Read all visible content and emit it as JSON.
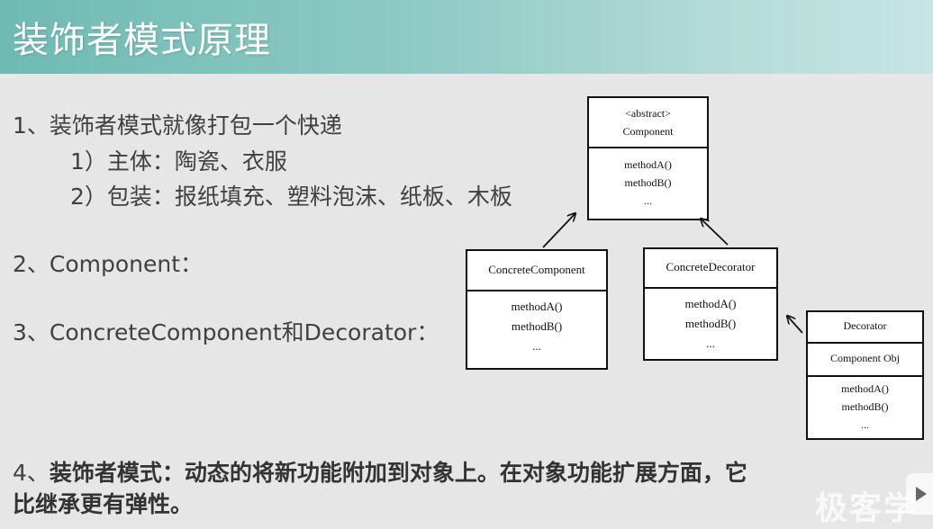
{
  "title": "装饰者模式原理",
  "bullets": {
    "b1": "1、装饰者模式就像打包一个快递",
    "b1_sub1": "1）主体：陶瓷、衣服",
    "b1_sub2": "2）包装：报纸填充、塑料泡沫、纸板、木板",
    "b2": "2、Component：",
    "b3": "3、ConcreteComponent和Decorator：",
    "b4_prefix": "4、",
    "b4_line1": "装饰者模式：动态的将新功能附加到对象上。在对象功能扩展方面，它",
    "b4_line2": "比继承更有弹性。"
  },
  "diagram": {
    "component": {
      "stereotype": "<abstract>",
      "name": "Component",
      "methods": [
        "methodA()",
        "methodB()",
        "..."
      ]
    },
    "concrete_component": {
      "name": "ConcreteComponent",
      "methods": [
        "methodA()",
        "methodB()",
        "..."
      ]
    },
    "concrete_decorator": {
      "name": "ConcreteDecorator",
      "methods": [
        "methodA()",
        "methodB()",
        "..."
      ]
    },
    "decorator": {
      "name": "Decorator",
      "field": "Component Obj",
      "methods": [
        "methodA()",
        "methodB()",
        "..."
      ]
    }
  },
  "watermark": "极客学"
}
